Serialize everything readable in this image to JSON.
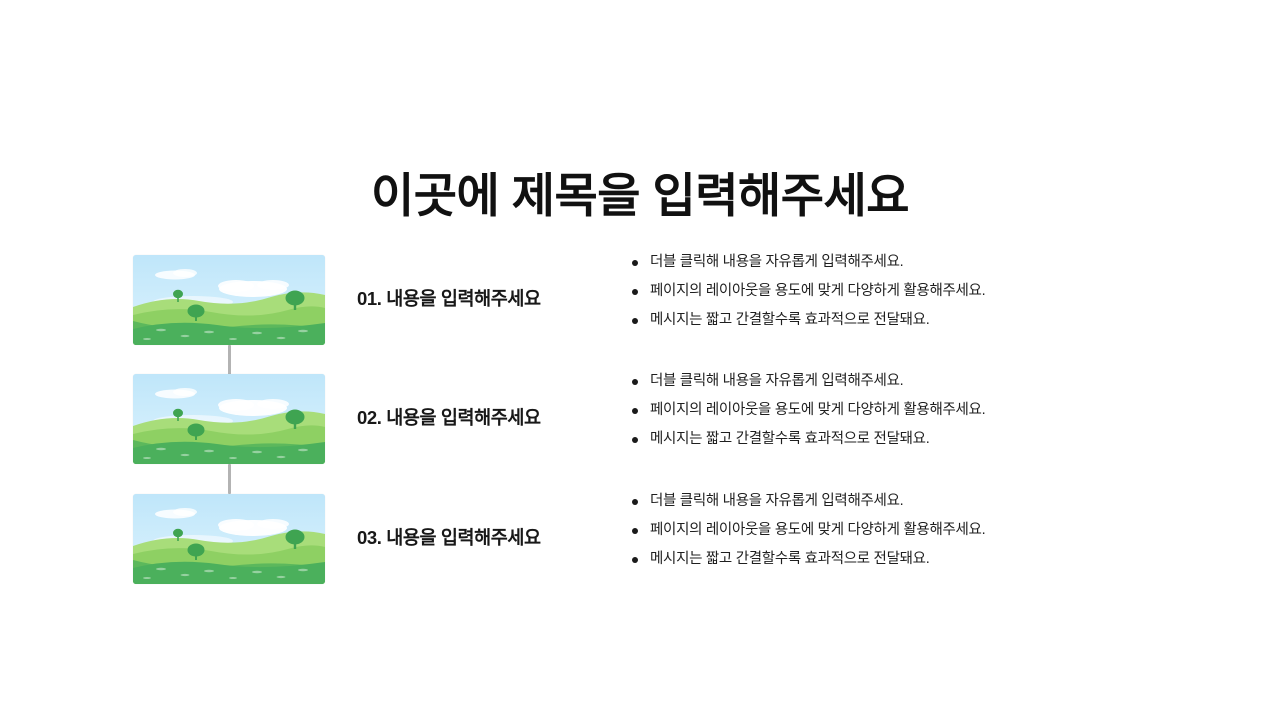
{
  "slide": {
    "title": "이곳에 제목을 입력해주세요",
    "background_color": "#ffffff",
    "title_color": "#111111",
    "connector_color": "#b3b3b3",
    "bullet_marker_color": "#1a1a1a"
  },
  "illustration": {
    "name": "green-hills-landscape",
    "sky_top_color": "#bfe6fa",
    "sky_bottom_color": "#d9f1fd",
    "cloud_color": "#ffffff",
    "hill_light_color": "#a8dd7a",
    "hill_mid_color": "#8ed063",
    "hill_front_color": "#6ec05a",
    "hill_dark_color": "#4fb05a",
    "tree_color": "#3fa451",
    "tree_trunk_color": "#2f8a43"
  },
  "rows": [
    {
      "thumbnail_alt": "green-hills-landscape",
      "label": "01. 내용을 입력해주세요",
      "bullets": [
        "더블 클릭해 내용을 자유롭게 입력해주세요.",
        "페이지의 레이아웃을 용도에 맞게 다양하게 활용해주세요.",
        "메시지는 짧고 간결할수록 효과적으로 전달돼요."
      ]
    },
    {
      "thumbnail_alt": "green-hills-landscape",
      "label": "02. 내용을 입력해주세요",
      "bullets": [
        "더블 클릭해 내용을 자유롭게 입력해주세요.",
        "페이지의 레이아웃을 용도에 맞게 다양하게 활용해주세요.",
        "메시지는 짧고 간결할수록 효과적으로 전달돼요."
      ]
    },
    {
      "thumbnail_alt": "green-hills-landscape",
      "label": "03. 내용을 입력해주세요",
      "bullets": [
        "더블 클릭해 내용을 자유롭게 입력해주세요.",
        "페이지의 레이아웃을 용도에 맞게 다양하게 활용해주세요.",
        "메시지는 짧고 간결할수록 효과적으로 전달돼요."
      ]
    }
  ]
}
